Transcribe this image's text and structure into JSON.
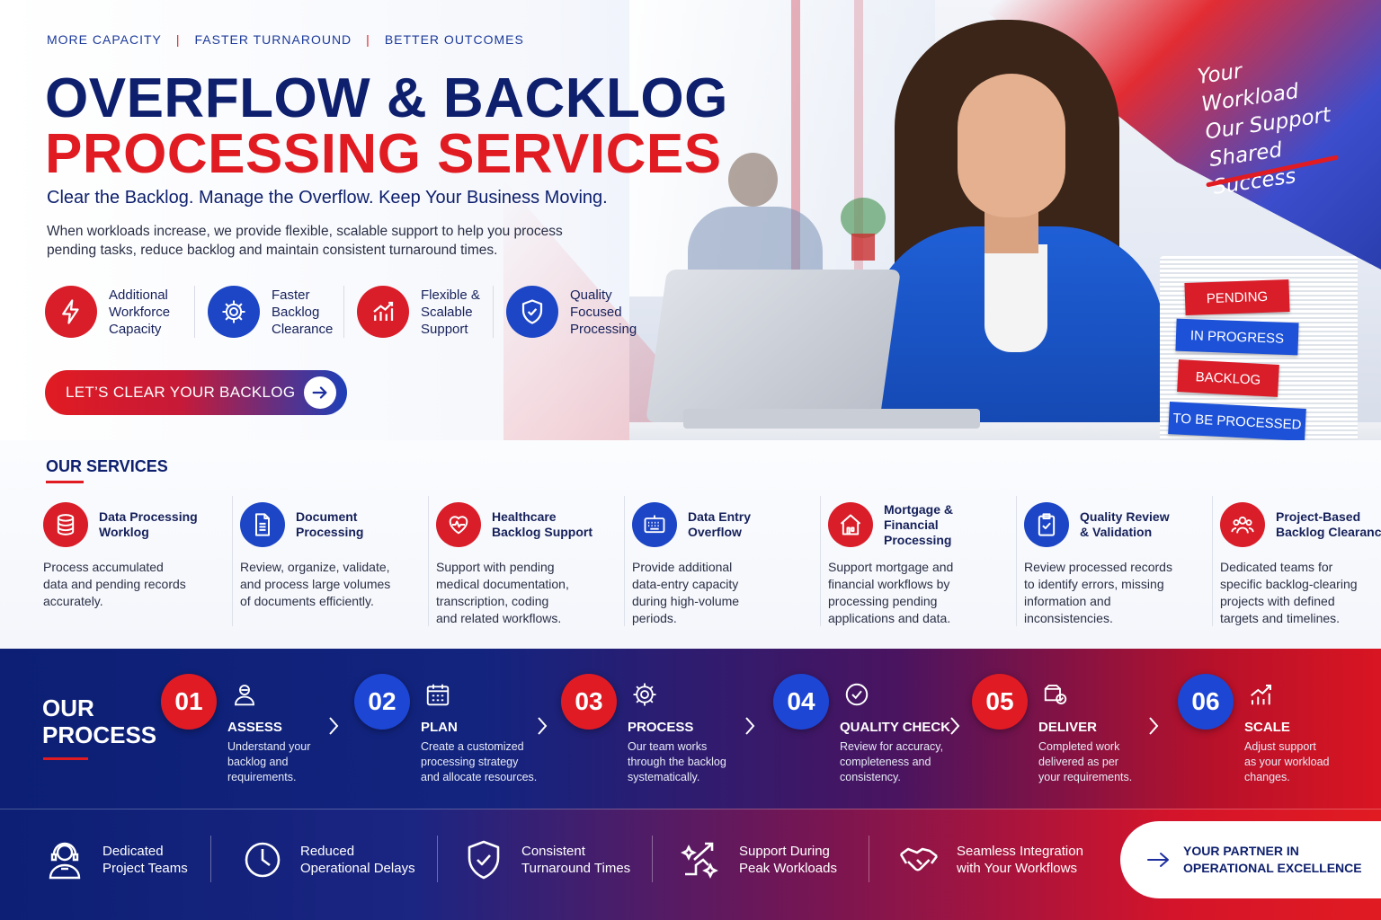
{
  "hero": {
    "taglines": [
      "MORE CAPACITY",
      "FASTER TURNAROUND",
      "BETTER OUTCOMES"
    ],
    "separator": "|",
    "title_line1": "OVERFLOW & BACKLOG",
    "title_line2": "PROCESSING SERVICES",
    "subtitle": "Clear the Backlog. Manage the Overflow. Keep Your Business Moving.",
    "description": "When workloads increase, we provide flexible, scalable support to help you process pending tasks, reduce backlog and maintain consistent turnaround times.",
    "slogan": [
      "Your",
      "Workload",
      "Our Support",
      "Shared Success"
    ],
    "status_tags": [
      "PENDING",
      "IN PROGRESS",
      "BACKLOG",
      "TO BE PROCESSED"
    ],
    "features": [
      {
        "label": "Additional\nWorkforce\nCapacity",
        "icon": "lightning-icon",
        "color": "#d91e2a"
      },
      {
        "label": "Faster\nBacklog\nClearance",
        "icon": "gear-icon",
        "color": "#1d46c6"
      },
      {
        "label": "Flexible &\nScalable\nSupport",
        "icon": "bar-chart-icon",
        "color": "#d91e2a"
      },
      {
        "label": "Quality\nFocused\nProcessing",
        "icon": "shield-check-icon",
        "color": "#1d46c6"
      }
    ],
    "cta_label": "LET’S CLEAR YOUR BACKLOG"
  },
  "services": {
    "title": "OUR SERVICES",
    "items": [
      {
        "name": "Data Processing\nWorklog",
        "text": "Process accumulated\ndata and pending records\naccurately.",
        "icon": "database-icon"
      },
      {
        "name": "Document\nProcessing",
        "text": "Review, organize, validate,\nand process large volumes\nof documents efficiently.",
        "icon": "document-icon"
      },
      {
        "name": "Healthcare\nBacklog Support",
        "text": "Support with pending\nmedical documentation,\ntranscription, coding\nand related workflows.",
        "icon": "heart-pulse-icon"
      },
      {
        "name": "Data Entry\nOverflow",
        "text": "Provide additional\ndata-entry capacity\nduring high-volume\nperiods.",
        "icon": "keyboard-icon"
      },
      {
        "name": "Mortgage &\nFinancial Processing",
        "text": "Support mortgage and\nfinancial workflows by\nprocessing pending\napplications and data.",
        "icon": "house-icon"
      },
      {
        "name": "Quality Review\n& Validation",
        "text": "Review processed records\nto identify errors, missing\ninformation and\ninconsistencies.",
        "icon": "clipboard-check-icon"
      },
      {
        "name": "Project-Based\nBacklog Clearance",
        "text": "Dedicated teams for\nspecific backlog-clearing\nprojects with defined\ntargets and timelines.",
        "icon": "team-icon"
      }
    ]
  },
  "process": {
    "title_line1": "OUR",
    "title_line2": "PROCESS",
    "steps": [
      {
        "num": "01",
        "title": "ASSESS",
        "text": "Understand your\nbacklog and\nrequirements.",
        "icon": "user-search-icon"
      },
      {
        "num": "02",
        "title": "PLAN",
        "text": "Create a customized\nprocessing strategy\nand allocate resources.",
        "icon": "calendar-icon"
      },
      {
        "num": "03",
        "title": "PROCESS",
        "text": "Our team works\nthrough the backlog\nsystematically.",
        "icon": "gear-icon"
      },
      {
        "num": "04",
        "title": "QUALITY CHECK",
        "text": "Review for accuracy,\ncompleteness and\nconsistency.",
        "icon": "check-circle-icon"
      },
      {
        "num": "05",
        "title": "DELIVER",
        "text": "Completed work\ndelivered as per\nyour requirements.",
        "icon": "package-check-icon"
      },
      {
        "num": "06",
        "title": "SCALE",
        "text": "Adjust support\nas your workload\nchanges.",
        "icon": "growth-chart-icon"
      }
    ]
  },
  "benefits": [
    {
      "text": "Dedicated\nProject Teams",
      "icon": "headset-agent-icon"
    },
    {
      "text": "Reduced\nOperational Delays",
      "icon": "clock-icon"
    },
    {
      "text": "Consistent\nTurnaround Times",
      "icon": "shield-check-icon"
    },
    {
      "text": "Support During\nPeak Workloads",
      "icon": "peak-growth-icon"
    },
    {
      "text": "Seamless Integration\nwith Your Workflows",
      "icon": "handshake-icon"
    }
  ],
  "partner": {
    "text": "YOUR PARTNER IN\nOPERATIONAL EXCELLENCE"
  },
  "colors": {
    "navy": "#0d1f6d",
    "red": "#e11b22",
    "blue": "#1d46c6"
  }
}
